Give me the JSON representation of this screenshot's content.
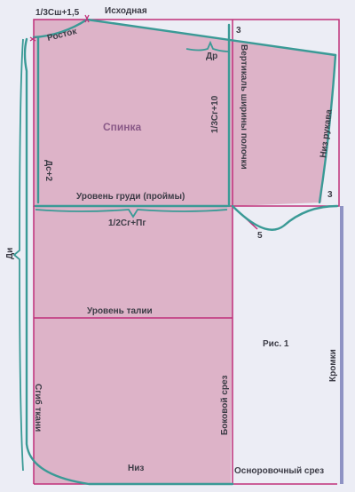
{
  "colors": {
    "background": "#ecedf5",
    "pattern_fill": "#ddb3c8",
    "frame_line": "#c0307a",
    "teal_line": "#3a9a96",
    "label_text": "#3c3c46",
    "title_text": "#8a5a88",
    "selvedge_bar": "#8f93c4"
  },
  "labels": {
    "top_measure": "1/3Сш+1,5",
    "source_line": "Исходная",
    "neck_rise": "Росток",
    "shoulder_length": "Др",
    "corner_top": "3",
    "vertical_width": "Вертикаль ширины полочки",
    "back": "Спинка",
    "armhole_depth": "1/3Сг+10",
    "sleeve_bottom": "Низ рукава",
    "back_length": "Дс+2",
    "corner_sleeve": "3",
    "chest_level": "Уровень груди (проймы)",
    "chest_width": "1/2Сг+Пг",
    "point_five": "5",
    "product_length": "Ди",
    "waist_level": "Уровень талии",
    "figure": "Рис. 1",
    "selvedges": "Кромки",
    "fold": "Сгиб ткани",
    "side_seam": "Боковой срез",
    "hem": "Низ",
    "base_cut": "Осноровочный срез"
  }
}
